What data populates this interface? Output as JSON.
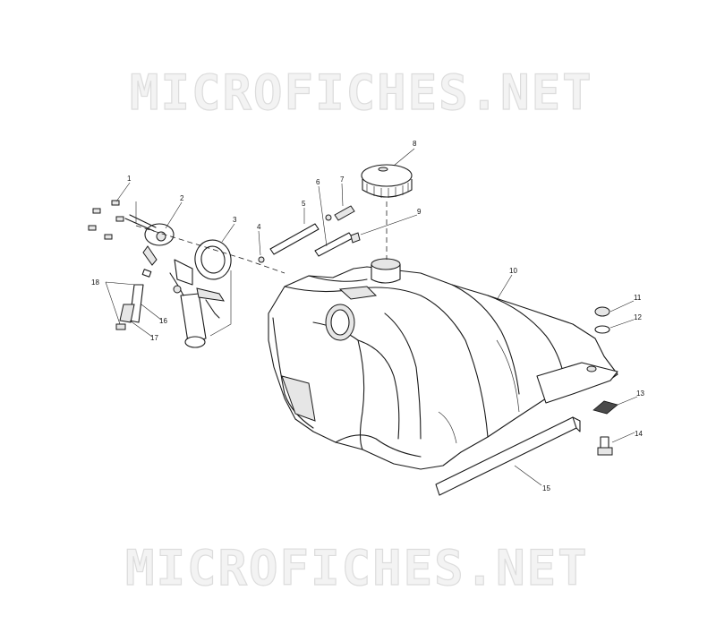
{
  "watermark": {
    "top_text": "MICROFICHES.NET",
    "bottom_text": "MICROFICHES.NET"
  },
  "callouts": [
    {
      "id": "1",
      "label": "1"
    },
    {
      "id": "2",
      "label": "2"
    },
    {
      "id": "3",
      "label": "3"
    },
    {
      "id": "4",
      "label": "4"
    },
    {
      "id": "5",
      "label": "5"
    },
    {
      "id": "6",
      "label": "6"
    },
    {
      "id": "7",
      "label": "7"
    },
    {
      "id": "8",
      "label": "8"
    },
    {
      "id": "9",
      "label": "9"
    },
    {
      "id": "10",
      "label": "10"
    },
    {
      "id": "11",
      "label": "11"
    },
    {
      "id": "12",
      "label": "12"
    },
    {
      "id": "13",
      "label": "13"
    },
    {
      "id": "14",
      "label": "14"
    },
    {
      "id": "15",
      "label": "15"
    },
    {
      "id": "16",
      "label": "16"
    },
    {
      "id": "17",
      "label": "17"
    },
    {
      "id": "18",
      "label": "18"
    }
  ]
}
